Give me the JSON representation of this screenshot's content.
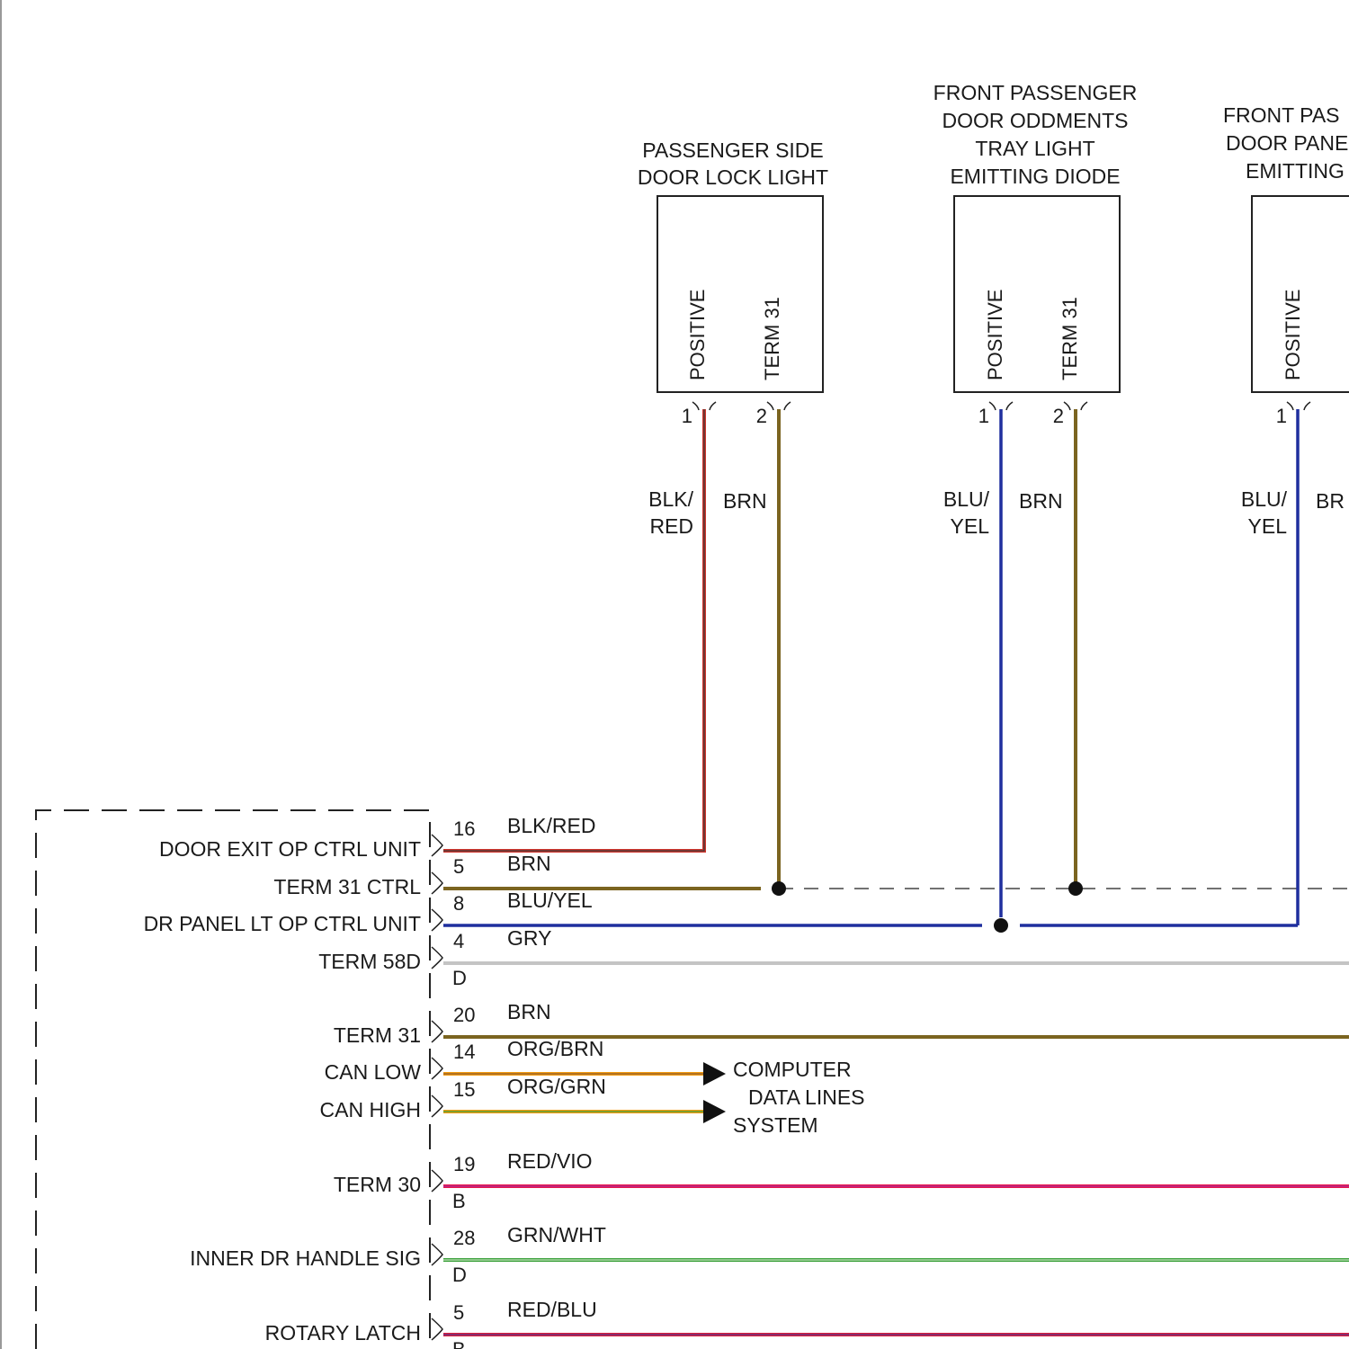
{
  "components": [
    {
      "title_lines": [
        "PASSENGER SIDE",
        "DOOR LOCK LIGHT"
      ],
      "pins": [
        {
          "name": "POSITIVE",
          "number": "1",
          "wire_lines": [
            "BLK/",
            "RED"
          ]
        },
        {
          "name": "TERM 31",
          "number": "2",
          "wire_lines": [
            "BRN"
          ]
        }
      ]
    },
    {
      "title_lines": [
        "FRONT PASSENGER",
        "DOOR ODDMENTS",
        "TRAY LIGHT",
        "EMITTING DIODE"
      ],
      "pins": [
        {
          "name": "POSITIVE",
          "number": "1",
          "wire_lines": [
            "BLU/",
            "YEL"
          ]
        },
        {
          "name": "TERM 31",
          "number": "2",
          "wire_lines": [
            "BRN"
          ]
        }
      ]
    },
    {
      "title_lines": [
        "FRONT PAS",
        "DOOR PANE",
        "EMITTING"
      ],
      "pins": [
        {
          "name": "POSITIVE",
          "number": "1",
          "wire_lines": [
            "BLU/",
            "YEL"
          ]
        },
        {
          "name": "",
          "number": "",
          "wire_lines": [
            "BR"
          ]
        }
      ]
    }
  ],
  "module_rows": [
    {
      "signal": "DOOR EXIT OP CTRL UNIT",
      "pin": "16",
      "wire": "BLK/RED",
      "connector": "",
      "colors": [
        "#c0392b",
        "#3a3a3a"
      ]
    },
    {
      "signal": "TERM 31 CTRL",
      "pin": "5",
      "wire": "BRN",
      "connector": "",
      "colors": [
        "#7b6420"
      ]
    },
    {
      "signal": "DR PANEL LT OP CTRL UNIT",
      "pin": "8",
      "wire": "BLU/YEL",
      "connector": "",
      "colors": [
        "#1f2f9e"
      ]
    },
    {
      "signal": "TERM 58D",
      "pin": "4",
      "wire": "GRY",
      "connector": "D",
      "colors": [
        "#c4c4c4"
      ]
    },
    {
      "signal": "TERM 31",
      "pin": "20",
      "wire": "BRN",
      "connector": "",
      "colors": [
        "#7b6420"
      ]
    },
    {
      "signal": "CAN LOW",
      "pin": "14",
      "wire": "ORG/BRN",
      "connector": "",
      "colors": [
        "#f39c12",
        "#8b5a2b"
      ]
    },
    {
      "signal": "CAN HIGH",
      "pin": "15",
      "wire": "ORG/GRN",
      "connector": "",
      "colors": [
        "#f39c12",
        "#3aa03a"
      ]
    },
    {
      "signal": "TERM 30",
      "pin": "19",
      "wire": "RED/VIO",
      "connector": "B",
      "colors": [
        "#e8174a",
        "#9b2fae"
      ]
    },
    {
      "signal": "INNER DR HANDLE SIG",
      "pin": "28",
      "wire": "GRN/WHT",
      "connector": "D",
      "colors": [
        "#3aa03a",
        "#e8f5e0"
      ]
    },
    {
      "signal": "ROTARY LATCH",
      "pin": "5",
      "wire": "RED/BLU",
      "connector": "B",
      "colors": [
        "#d81e3c",
        "#3a3aa0"
      ]
    }
  ],
  "data_lines_destination_lines": [
    "COMPUTER",
    "DATA LINES",
    "SYSTEM"
  ]
}
